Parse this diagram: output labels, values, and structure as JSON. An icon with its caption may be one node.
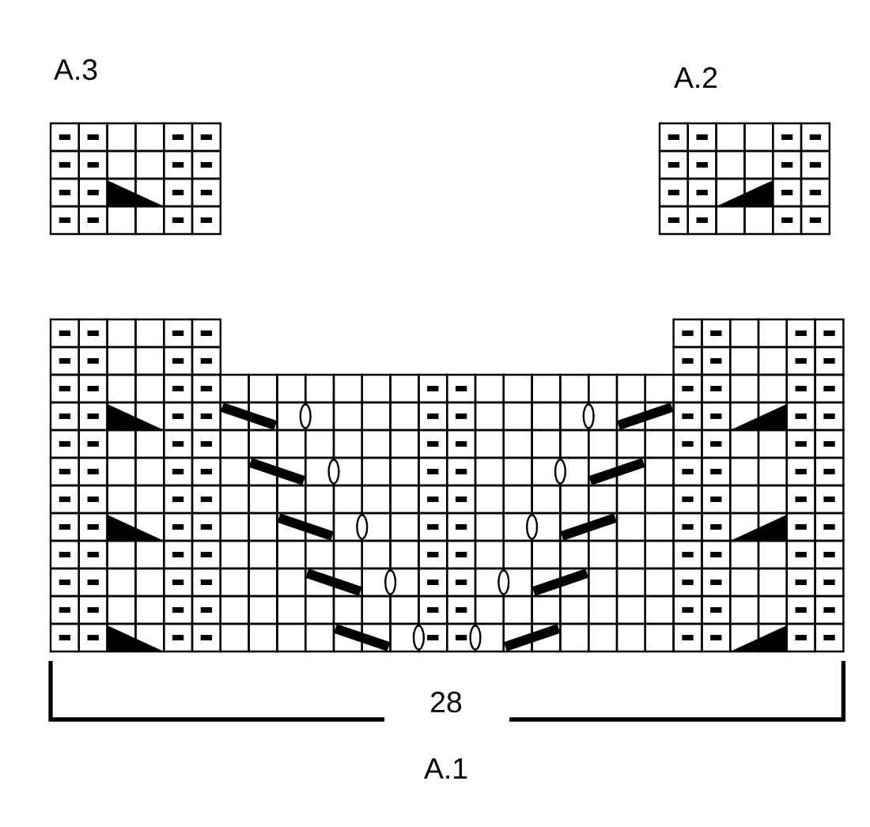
{
  "diagram": {
    "labels": [
      "A.3",
      "A.2",
      "28",
      "A.1"
    ]
  }
}
